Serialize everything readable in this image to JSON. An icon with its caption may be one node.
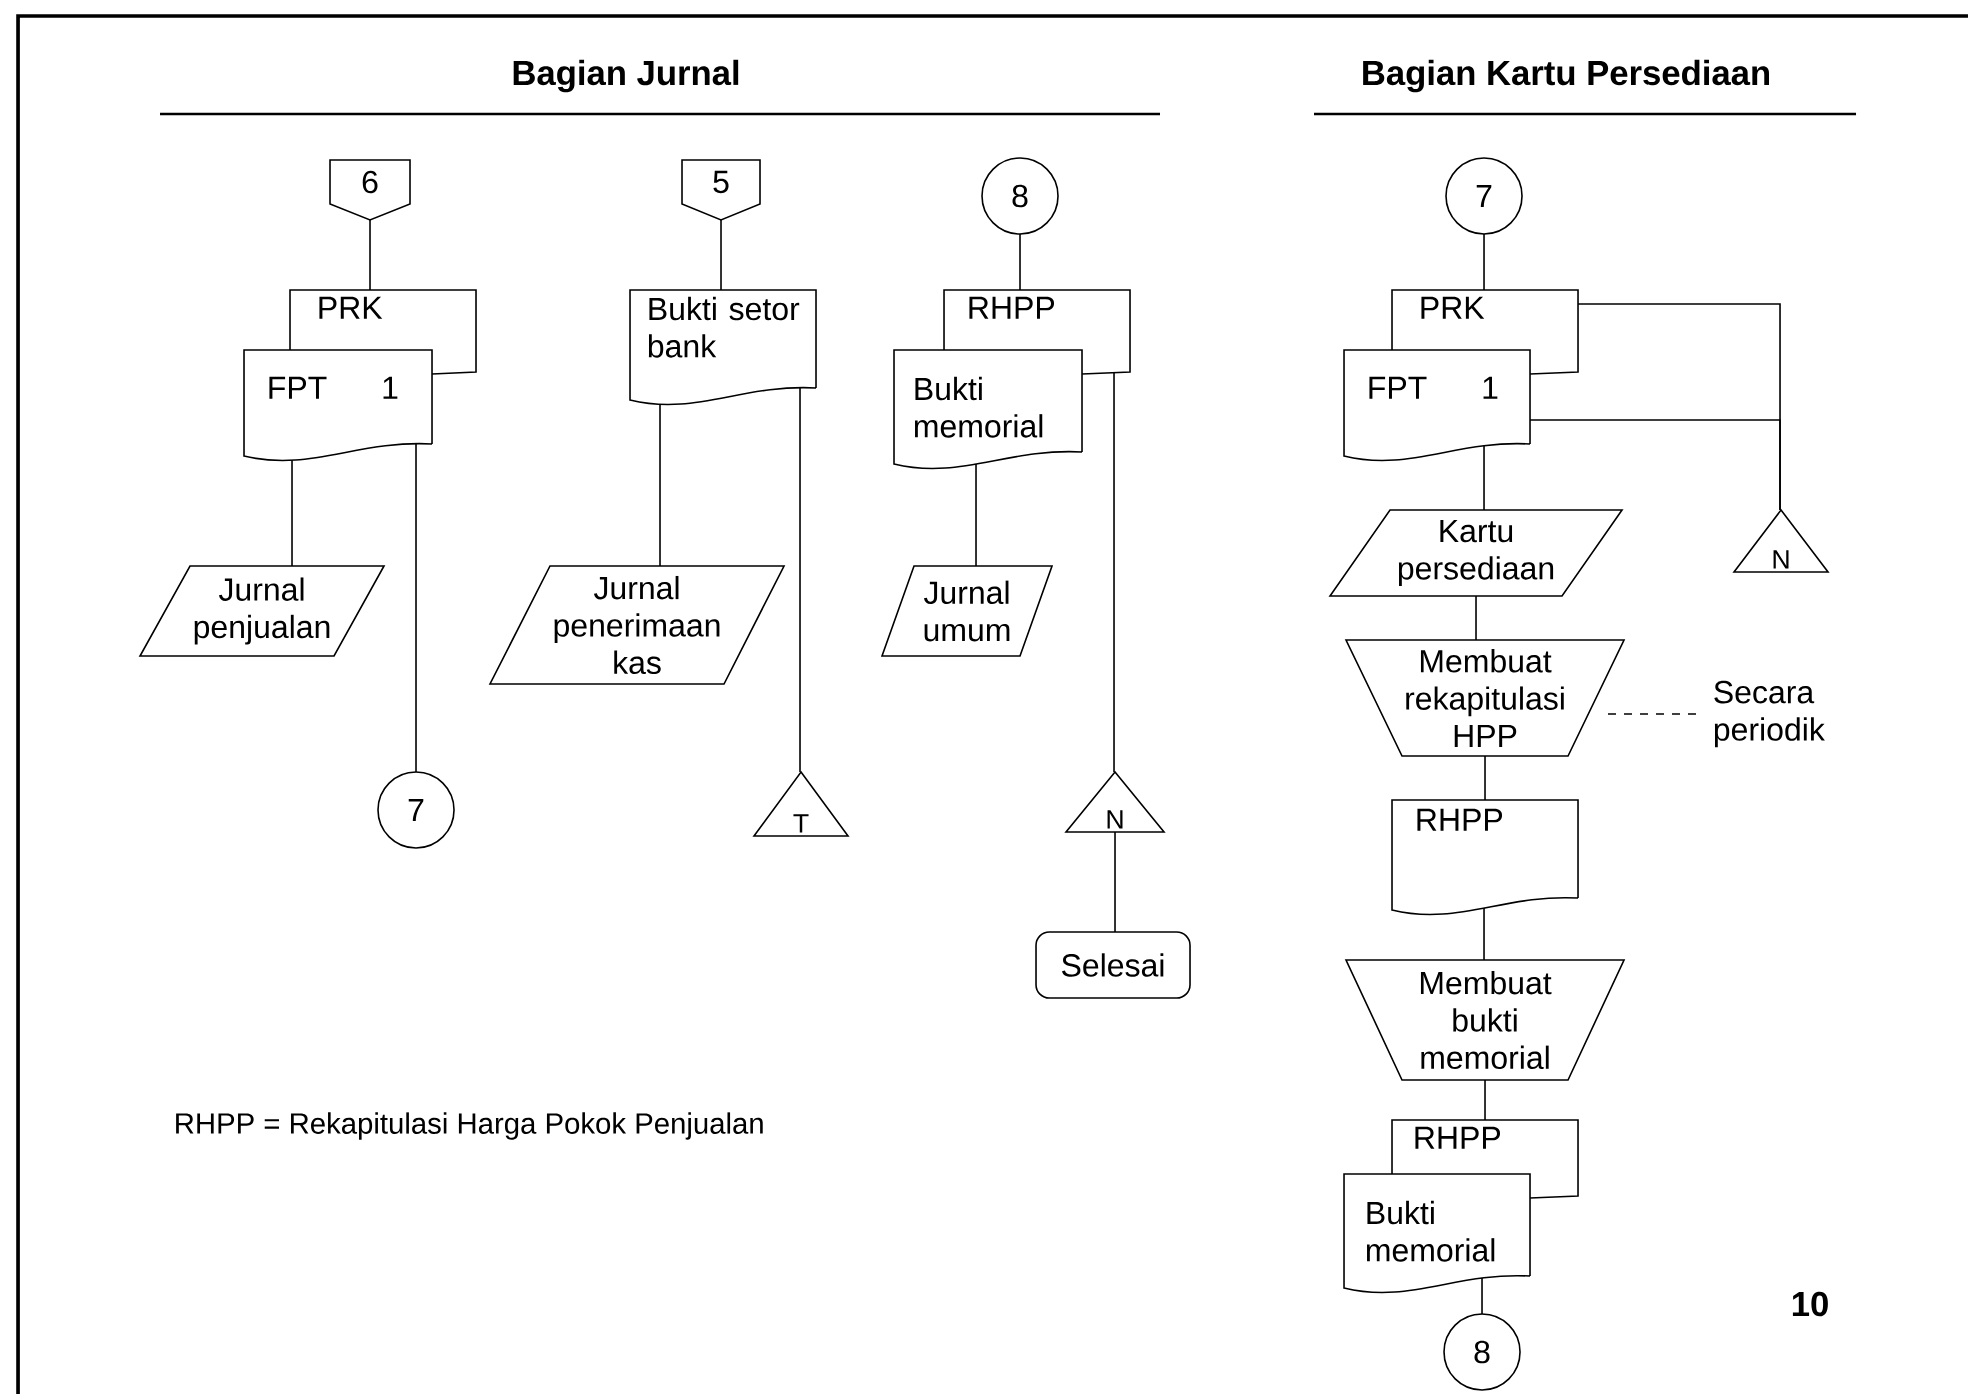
{
  "diagram": {
    "nodes": [
      {
        "text": [
          "6"
        ]
      },
      {
        "text": [
          "PRK"
        ]
      },
      {
        "text": [
          "FPT",
          "1"
        ]
      },
      {
        "text": [
          "Jurnal penjualan"
        ]
      },
      {
        "text": [
          "7"
        ]
      },
      {
        "text": [
          "5"
        ]
      },
      {
        "text": [
          "Bukti setor bank"
        ]
      },
      {
        "text": [
          "Jurnal penerimaan kas"
        ]
      },
      {
        "text": [
          "T"
        ]
      },
      {
        "text": [
          "8"
        ]
      },
      {
        "text": [
          "RHPP"
        ]
      },
      {
        "text": [
          "Bukti memorial"
        ]
      },
      {
        "text": [
          "Jurnal umum"
        ]
      },
      {
        "text": [
          "N"
        ]
      },
      {
        "text": [
          "Selesai"
        ]
      },
      {
        "text": [
          "7"
        ]
      },
      {
        "text": [
          "PRK"
        ]
      },
      {
        "text": [
          "FPT",
          "1"
        ]
      },
      {
        "text": [
          "N"
        ]
      },
      {
        "text": [
          "Kartu persediaan"
        ]
      },
      {
        "text": [
          "Membuat rekapitulasi HPP"
        ]
      },
      {
        "text": [
          "Secara periodik"
        ]
      },
      {
        "text": [
          "RHPP"
        ]
      },
      {
        "text": [
          "Membuat bukti memorial"
        ]
      },
      {
        "text": [
          "RHPP"
        ]
      },
      {
        "text": [
          "Bukti memorial"
        ]
      },
      {
        "text": [
          "8"
        ]
      }
    ],
    "edges": [
      {
        "from": 0,
        "to": 1,
        "arrow": "none"
      },
      {
        "from": 2,
        "to": 3,
        "arrow": "none"
      },
      {
        "from": 2,
        "to": 4,
        "arrow": "none"
      },
      {
        "from": 5,
        "to": 6,
        "arrow": "none"
      },
      {
        "from": 6,
        "to": 7,
        "arrow": "none"
      },
      {
        "from": 6,
        "to": 8,
        "arrow": "none"
      },
      {
        "from": 9,
        "to": 10,
        "arrow": "none"
      },
      {
        "from": 11,
        "to": 12,
        "arrow": "none"
      },
      {
        "from": 10,
        "to": 13,
        "arrow": "none"
      },
      {
        "from": 13,
        "to": 14,
        "arrow": "none"
      },
      {
        "from": 15,
        "to": 16,
        "arrow": "none"
      },
      {
        "from": 16,
        "to": 18,
        "arrow": "none"
      },
      {
        "from": 17,
        "to": 18,
        "arrow": "none"
      },
      {
        "from": 17,
        "to": 19,
        "arrow": "none"
      },
      {
        "from": 19,
        "to": 20,
        "arrow": "none"
      },
      {
        "from": 20,
        "to": 21,
        "arrow": "none",
        "style": "dashed"
      },
      {
        "from": 20,
        "to": 22,
        "arrow": "none"
      },
      {
        "from": 22,
        "to": 23,
        "arrow": "none"
      },
      {
        "from": 23,
        "to": 24,
        "arrow": "none"
      },
      {
        "from": 25,
        "to": 26,
        "arrow": "none"
      }
    ],
    "labels": [
      "Bagian Jurnal",
      "Bagian Kartu Persediaan",
      "RHPP = Rekapitulasi Harga Pokok Penjualan",
      "10"
    ]
  }
}
